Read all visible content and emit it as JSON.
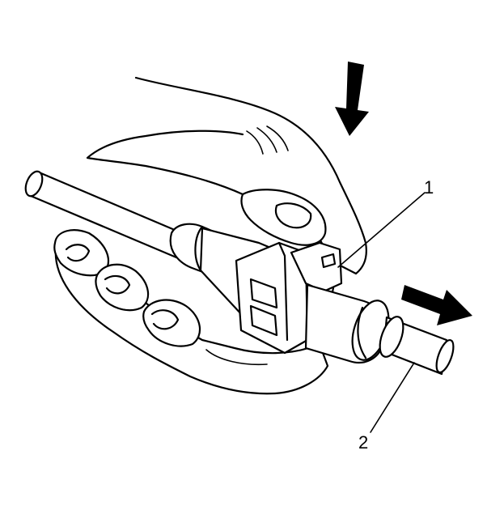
{
  "callouts": [
    {
      "label": "1",
      "part": "connector-retainer-clip"
    },
    {
      "label": "2",
      "part": "fuel-line"
    }
  ],
  "arrows": [
    {
      "name": "press-down-arrow",
      "direction": "down"
    },
    {
      "name": "pull-apart-arrow",
      "direction": "right"
    }
  ],
  "colors": {
    "ink": "#000000",
    "paper": "#ffffff"
  }
}
